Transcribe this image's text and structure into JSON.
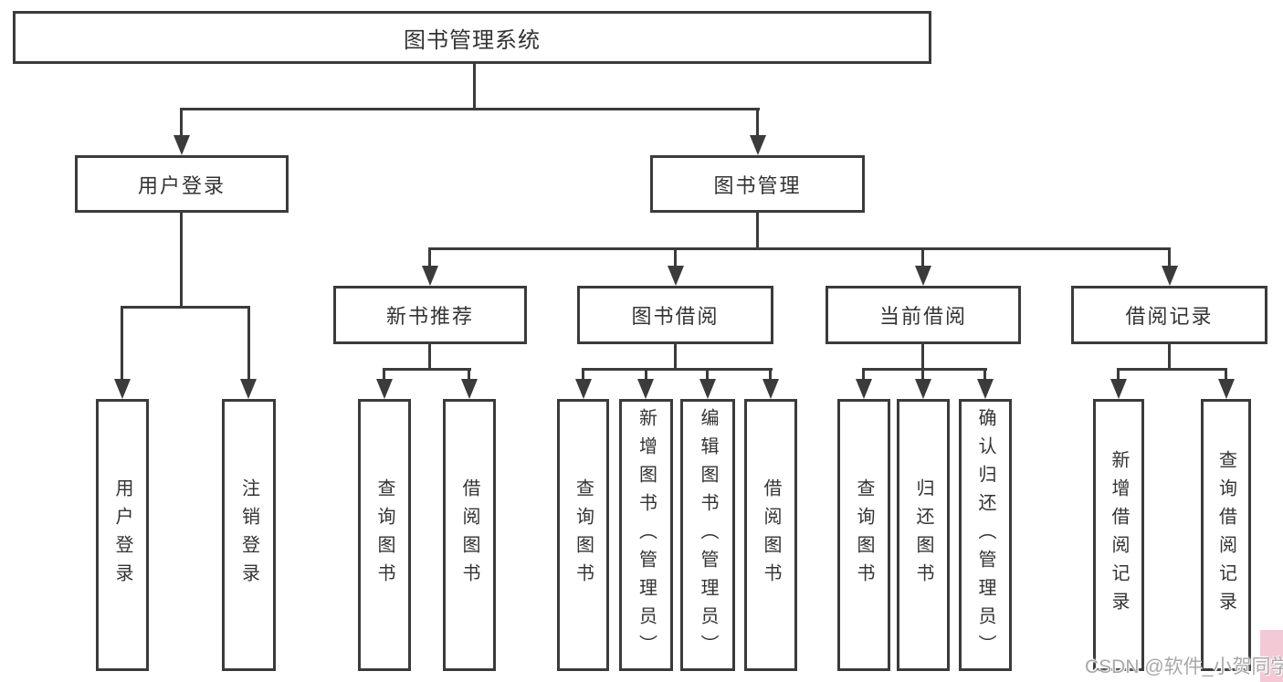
{
  "diagram": {
    "title": "图书管理系统",
    "branches": [
      {
        "label": "用户登录",
        "children": [
          {
            "label": "用户登录"
          },
          {
            "label": "注销登录"
          }
        ]
      },
      {
        "label": "图书管理",
        "children": [
          {
            "label": "新书推荐",
            "children": [
              {
                "label": "查询图书"
              },
              {
                "label": "借阅图书"
              }
            ]
          },
          {
            "label": "图书借阅",
            "children": [
              {
                "label": "查询图书"
              },
              {
                "label": "新增图书（管理员）"
              },
              {
                "label": "编辑图书（管理员）"
              },
              {
                "label": "借阅图书"
              }
            ]
          },
          {
            "label": "当前借阅",
            "children": [
              {
                "label": "查询图书"
              },
              {
                "label": "归还图书"
              },
              {
                "label": "确认归还（管理员）"
              }
            ]
          },
          {
            "label": "借阅记录",
            "children": [
              {
                "label": "新增借阅记录"
              },
              {
                "label": "查询借阅记录"
              }
            ]
          }
        ]
      }
    ]
  },
  "watermark": {
    "text": "CSDN @软件_小贺同学"
  },
  "colors": {
    "line": "#3b3b3b",
    "text": "#333333",
    "watermark_gray": "#a8a8a8",
    "corner_pink": "#f2c9d4",
    "background": "#ffffff"
  }
}
